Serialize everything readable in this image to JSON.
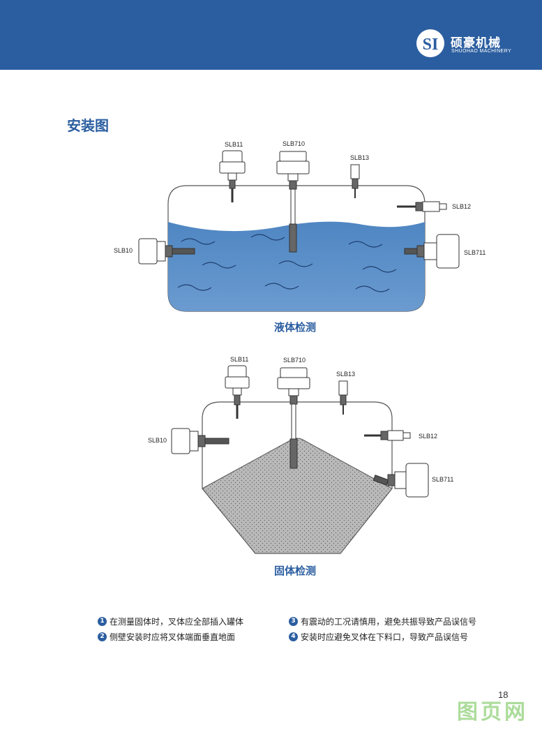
{
  "header": {
    "brand_cn": "硕豪机械",
    "brand_en": "SHUOHAO MACHINERY",
    "logo_text": "SI",
    "color": "#2b5ea0"
  },
  "section_title": "安装图",
  "liquid": {
    "caption": "液体检测",
    "labels": {
      "slb11": "SLB11",
      "slb710": "SLB710",
      "slb13": "SLB13",
      "slb12": "SLB12",
      "slb10": "SLB10",
      "slb711": "SLB711"
    }
  },
  "solid": {
    "caption": "固体检测",
    "labels": {
      "slb11": "SLB11",
      "slb710": "SLB710",
      "slb13": "SLB13",
      "slb12": "SLB12",
      "slb10": "SLB10",
      "slb711": "SLB711"
    }
  },
  "notes": [
    {
      "num": "1",
      "text": "在测量固体时，叉体应全部插入罐体"
    },
    {
      "num": "2",
      "text": "侧壁安装时应将叉体端面垂直地面"
    },
    {
      "num": "3",
      "text": "有震动的工况请慎用，避免共振导致产品误信号"
    },
    {
      "num": "4",
      "text": "安装时应避免叉体在下料口，导致产品误信号"
    }
  ],
  "page_number": "18",
  "watermark": "图页网"
}
